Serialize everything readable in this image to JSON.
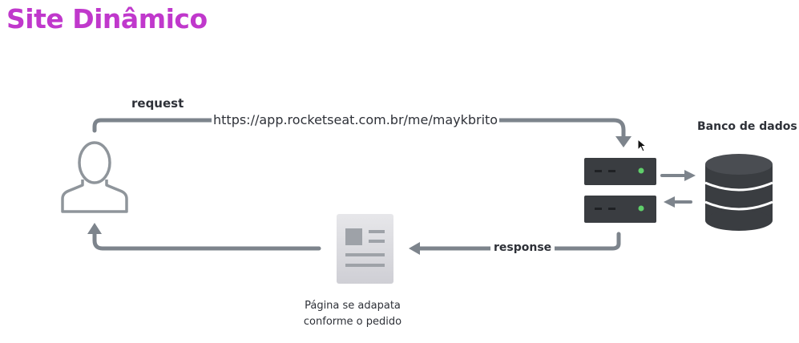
{
  "title": "Site Dinâmico",
  "labels": {
    "request": "request",
    "url": "https://app.rocketseat.com.br/me/maykbrito",
    "response": "response",
    "database": "Banco de dados",
    "caption_line1": "Página se adapata",
    "caption_line2": "conforme o pedido"
  },
  "icons": {
    "user": "user-icon",
    "server": "server-icon",
    "database": "database-icon",
    "document": "document-icon",
    "cursor": "cursor-icon"
  },
  "colors": {
    "title": "#c038cc",
    "arrow": "#7d848c",
    "server": "#3a3d41",
    "server_led": "#5fcf6a",
    "database": "#3a3d41",
    "document": "#dcdce0",
    "user_outline": "#8f959b"
  }
}
